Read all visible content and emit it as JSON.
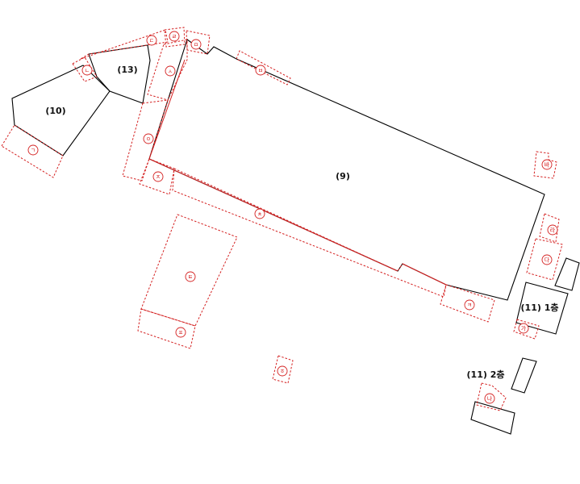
{
  "colors": {
    "building_outline": "#000000",
    "boundary": "#d42020",
    "background": "#ffffff"
  },
  "buildings": [
    {
      "id": "b9",
      "label": "(9)"
    },
    {
      "id": "b10",
      "label": "(10)"
    },
    {
      "id": "b13",
      "label": "(13)"
    },
    {
      "id": "b11f1",
      "label": "(11) 1층"
    },
    {
      "id": "b11f2",
      "label": "(11) 2층"
    }
  ],
  "markers": [
    {
      "id": "m-giyeok",
      "label": "ㄱ"
    },
    {
      "id": "m-nieun",
      "label": "ㄴ"
    },
    {
      "id": "m-digeut",
      "label": "ㄷ"
    },
    {
      "id": "m-rieul",
      "label": "ㄹ"
    },
    {
      "id": "m-mieum",
      "label": "ㅁ"
    },
    {
      "id": "m-bieup",
      "label": "ㅂ"
    },
    {
      "id": "m-siot",
      "label": "ㅅ"
    },
    {
      "id": "m-ieung",
      "label": "ㅇ"
    },
    {
      "id": "m-jieut",
      "label": "ㅈ"
    },
    {
      "id": "m-chieut",
      "label": "ㅊ"
    },
    {
      "id": "m-kieuk",
      "label": "ㅋ"
    },
    {
      "id": "m-tieut",
      "label": "ㅌ"
    },
    {
      "id": "m-pieup",
      "label": "ㅍ"
    },
    {
      "id": "m-hieut",
      "label": "ㅎ"
    },
    {
      "id": "m-ga",
      "label": "가"
    },
    {
      "id": "m-na",
      "label": "나"
    },
    {
      "id": "m-da",
      "label": "다"
    },
    {
      "id": "m-ra",
      "label": "라"
    },
    {
      "id": "m-ba",
      "label": "바"
    }
  ]
}
